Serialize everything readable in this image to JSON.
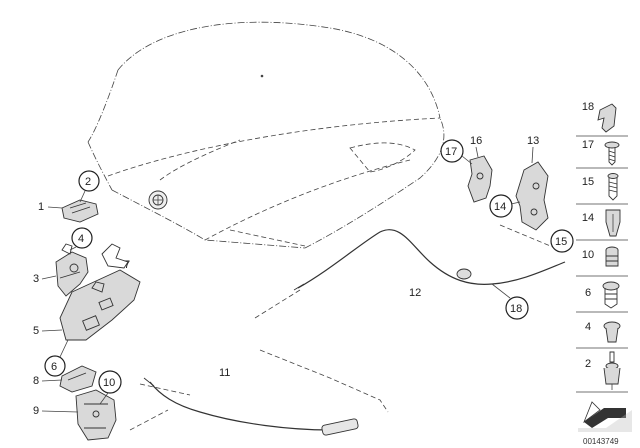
{
  "callouts": {
    "c1": "1",
    "c2": "2",
    "c3": "3",
    "c4": "4",
    "c5": "5",
    "c6": "6",
    "c7": "7",
    "c8": "8",
    "c9": "9",
    "c10": "10",
    "c11": "11",
    "c12": "12",
    "c13": "13",
    "c14": "14",
    "c15": "15",
    "c16": "16",
    "c17": "17",
    "c18": "18"
  },
  "sidebar": {
    "items": [
      "18",
      "17",
      "15",
      "14",
      "10",
      "6",
      "4",
      "2"
    ]
  },
  "document_id": "00143749"
}
